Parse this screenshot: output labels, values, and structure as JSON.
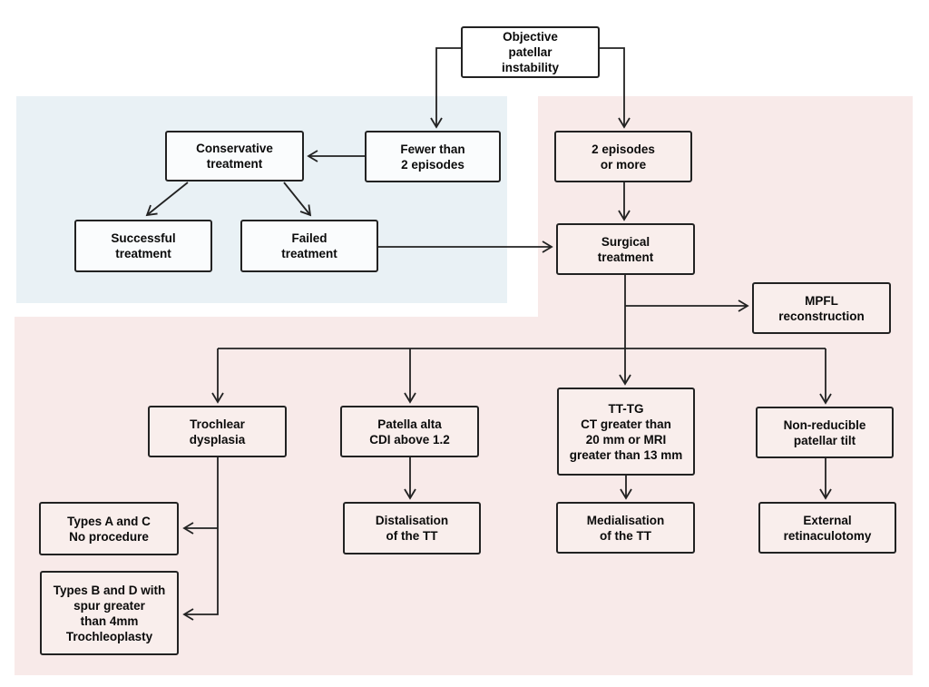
{
  "diagram": {
    "type": "flowchart",
    "topic": "Objective patellar instability treatment algorithm",
    "colors": {
      "conservative_region_bg": "#e9f1f5",
      "surgical_region_bg": "#f8eae9",
      "node_border": "#222222",
      "node_fill_white": "#ffffff",
      "node_fill_blue_region": "#fafcfd",
      "node_fill_pink_region": "#f9eeec",
      "connector": "#222222",
      "text": "#0b0b0b"
    }
  },
  "boxes": {
    "objective": {
      "label": "Objective\npatellar\ninstability"
    },
    "fewer": {
      "label": "Fewer than\n2 episodes"
    },
    "conservative": {
      "label": "Conservative\ntreatment"
    },
    "successful": {
      "label": "Successful\ntreatment"
    },
    "failed": {
      "label": "Failed\ntreatment"
    },
    "episodes2": {
      "label": "2 episodes\nor more"
    },
    "surgical": {
      "label": "Surgical\ntreatment"
    },
    "mpfl": {
      "label": "MPFL\nreconstruction"
    },
    "trochlear": {
      "label": "Trochlear\ndysplasia"
    },
    "patella_alta": {
      "label": "Patella alta\nCDI above 1.2"
    },
    "tttg": {
      "label": "TT-TG\nCT greater than\n20 mm or MRI\ngreater than 13 mm"
    },
    "tilt": {
      "label": "Non-reducible\npatellar tilt"
    },
    "types_ac": {
      "label": "Types A and C\nNo procedure"
    },
    "types_bd": {
      "label": "Types B and D with\nspur greater\nthan 4mm\nTrochleoplasty"
    },
    "distalisation": {
      "label": "Distalisation\nof the TT"
    },
    "medialisation": {
      "label": "Medialisation\nof the TT"
    },
    "external": {
      "label": "External\nretinaculotomy"
    }
  },
  "edges": [
    {
      "from": "objective",
      "to": "fewer"
    },
    {
      "from": "objective",
      "to": "episodes2"
    },
    {
      "from": "fewer",
      "to": "conservative"
    },
    {
      "from": "conservative",
      "to": "successful"
    },
    {
      "from": "conservative",
      "to": "failed"
    },
    {
      "from": "failed",
      "to": "surgical"
    },
    {
      "from": "episodes2",
      "to": "surgical"
    },
    {
      "from": "surgical",
      "to": "mpfl"
    },
    {
      "from": "surgical",
      "to": "trochlear"
    },
    {
      "from": "surgical",
      "to": "patella_alta"
    },
    {
      "from": "surgical",
      "to": "tttg"
    },
    {
      "from": "surgical",
      "to": "tilt"
    },
    {
      "from": "trochlear",
      "to": "types_ac"
    },
    {
      "from": "trochlear",
      "to": "types_bd"
    },
    {
      "from": "patella_alta",
      "to": "distalisation"
    },
    {
      "from": "tttg",
      "to": "medialisation"
    },
    {
      "from": "tilt",
      "to": "external"
    }
  ]
}
